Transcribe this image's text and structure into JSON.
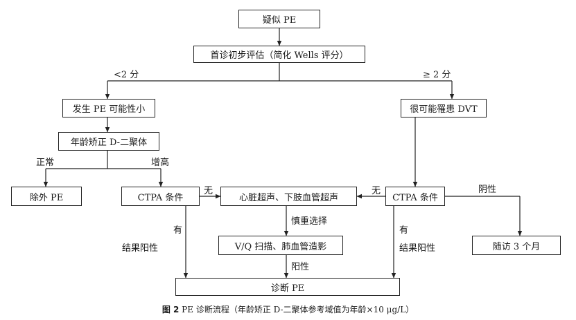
{
  "nodes": {
    "suspected_pe": "疑似 PE",
    "initial_eval": "首诊初步评估（简化 Wells 评分）",
    "low_prob": "发生 PE 可能性小",
    "likely_dvt": "很可能罹患 DVT",
    "d_dimer": "年龄矫正 D-二聚体",
    "exclude_pe": "除外 PE",
    "ctpa_left": "CTPA 条件",
    "echo_us": "心脏超声、下肢血管超声",
    "ctpa_right": "CTPA 条件",
    "followup": "随访 3 个月",
    "vq_scan": "V/Q 扫描、肺血管造影",
    "diagnose_pe": "诊断 PE"
  },
  "labels": {
    "lt2": "<2 分",
    "ge2": "≥ 2 分",
    "normal": "正常",
    "elevated": "增高",
    "no_left": "无",
    "no_right": "无",
    "negative": "阴性",
    "yes_left": "有",
    "positive_left": "结果阳性",
    "cautious": "慎重选择",
    "yes_right": "有",
    "positive_right": "结果阳性",
    "positive_vq": "阳性"
  },
  "caption": {
    "fig_no": "图 2",
    "text": "PE 诊断流程（年龄矫正 D-二聚体参考域值为年龄×10 μg/L）"
  }
}
